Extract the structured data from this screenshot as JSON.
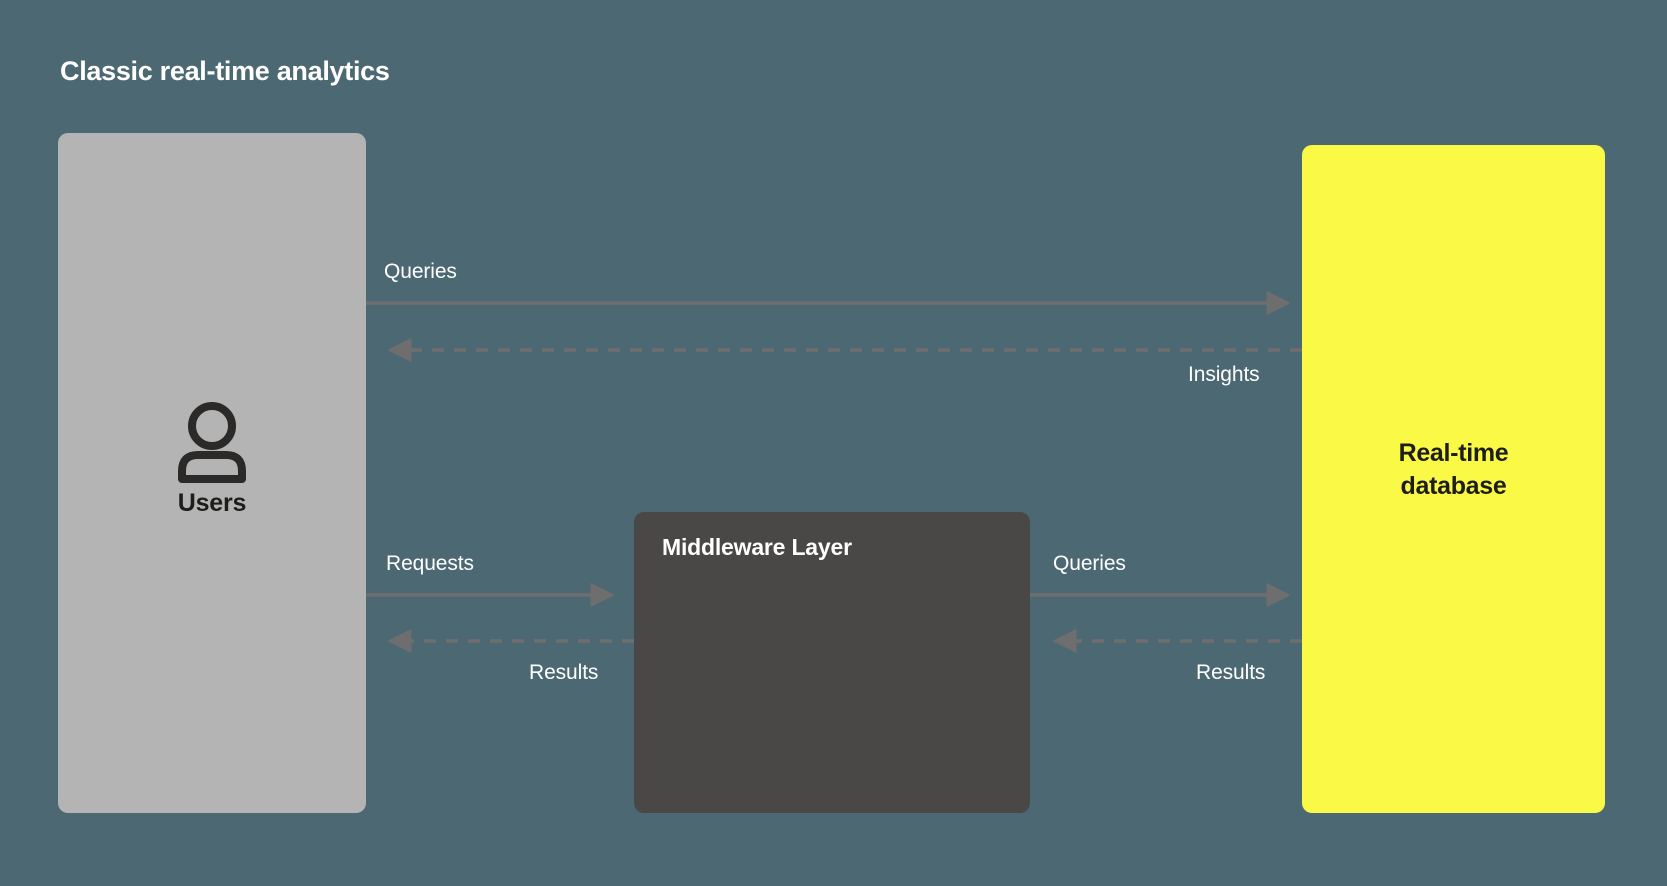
{
  "page": {
    "title": "Classic real-time analytics",
    "background_color": "#4c6872"
  },
  "nodes": [
    {
      "id": "users",
      "label": "Users",
      "icon": "user-icon",
      "fill_color": "#b4b4b4",
      "text_color": "#1d1d1b"
    },
    {
      "id": "middleware",
      "label": "Middleware Layer",
      "fill_color": "#4a4846",
      "text_color": "#ffffff"
    },
    {
      "id": "database",
      "label_line1": "Real-time",
      "label_line2": "database",
      "fill_color": "#f9f946",
      "text_color": "#1d1d1b"
    }
  ],
  "edges": [
    {
      "id": "queries-users-to-db",
      "label": "Queries",
      "from": "users",
      "to": "database",
      "style": "solid",
      "direction": "right",
      "color": "#6e6e6e"
    },
    {
      "id": "insights-db-to-users",
      "label": "Insights",
      "from": "database",
      "to": "users",
      "style": "dashed",
      "direction": "left",
      "color": "#6e6e6e"
    },
    {
      "id": "requests-users-to-middleware",
      "label": "Requests",
      "from": "users",
      "to": "middleware",
      "style": "solid",
      "direction": "right",
      "color": "#6e6e6e"
    },
    {
      "id": "results-middleware-to-users",
      "label": "Results",
      "from": "middleware",
      "to": "users",
      "style": "dashed",
      "direction": "left",
      "color": "#6e6e6e"
    },
    {
      "id": "queries-middleware-to-db",
      "label": "Queries",
      "from": "middleware",
      "to": "database",
      "style": "solid",
      "direction": "right",
      "color": "#6e6e6e"
    },
    {
      "id": "results-db-to-middleware",
      "label": "Results",
      "from": "database",
      "to": "middleware",
      "style": "dashed",
      "direction": "left",
      "color": "#6e6e6e"
    }
  ]
}
